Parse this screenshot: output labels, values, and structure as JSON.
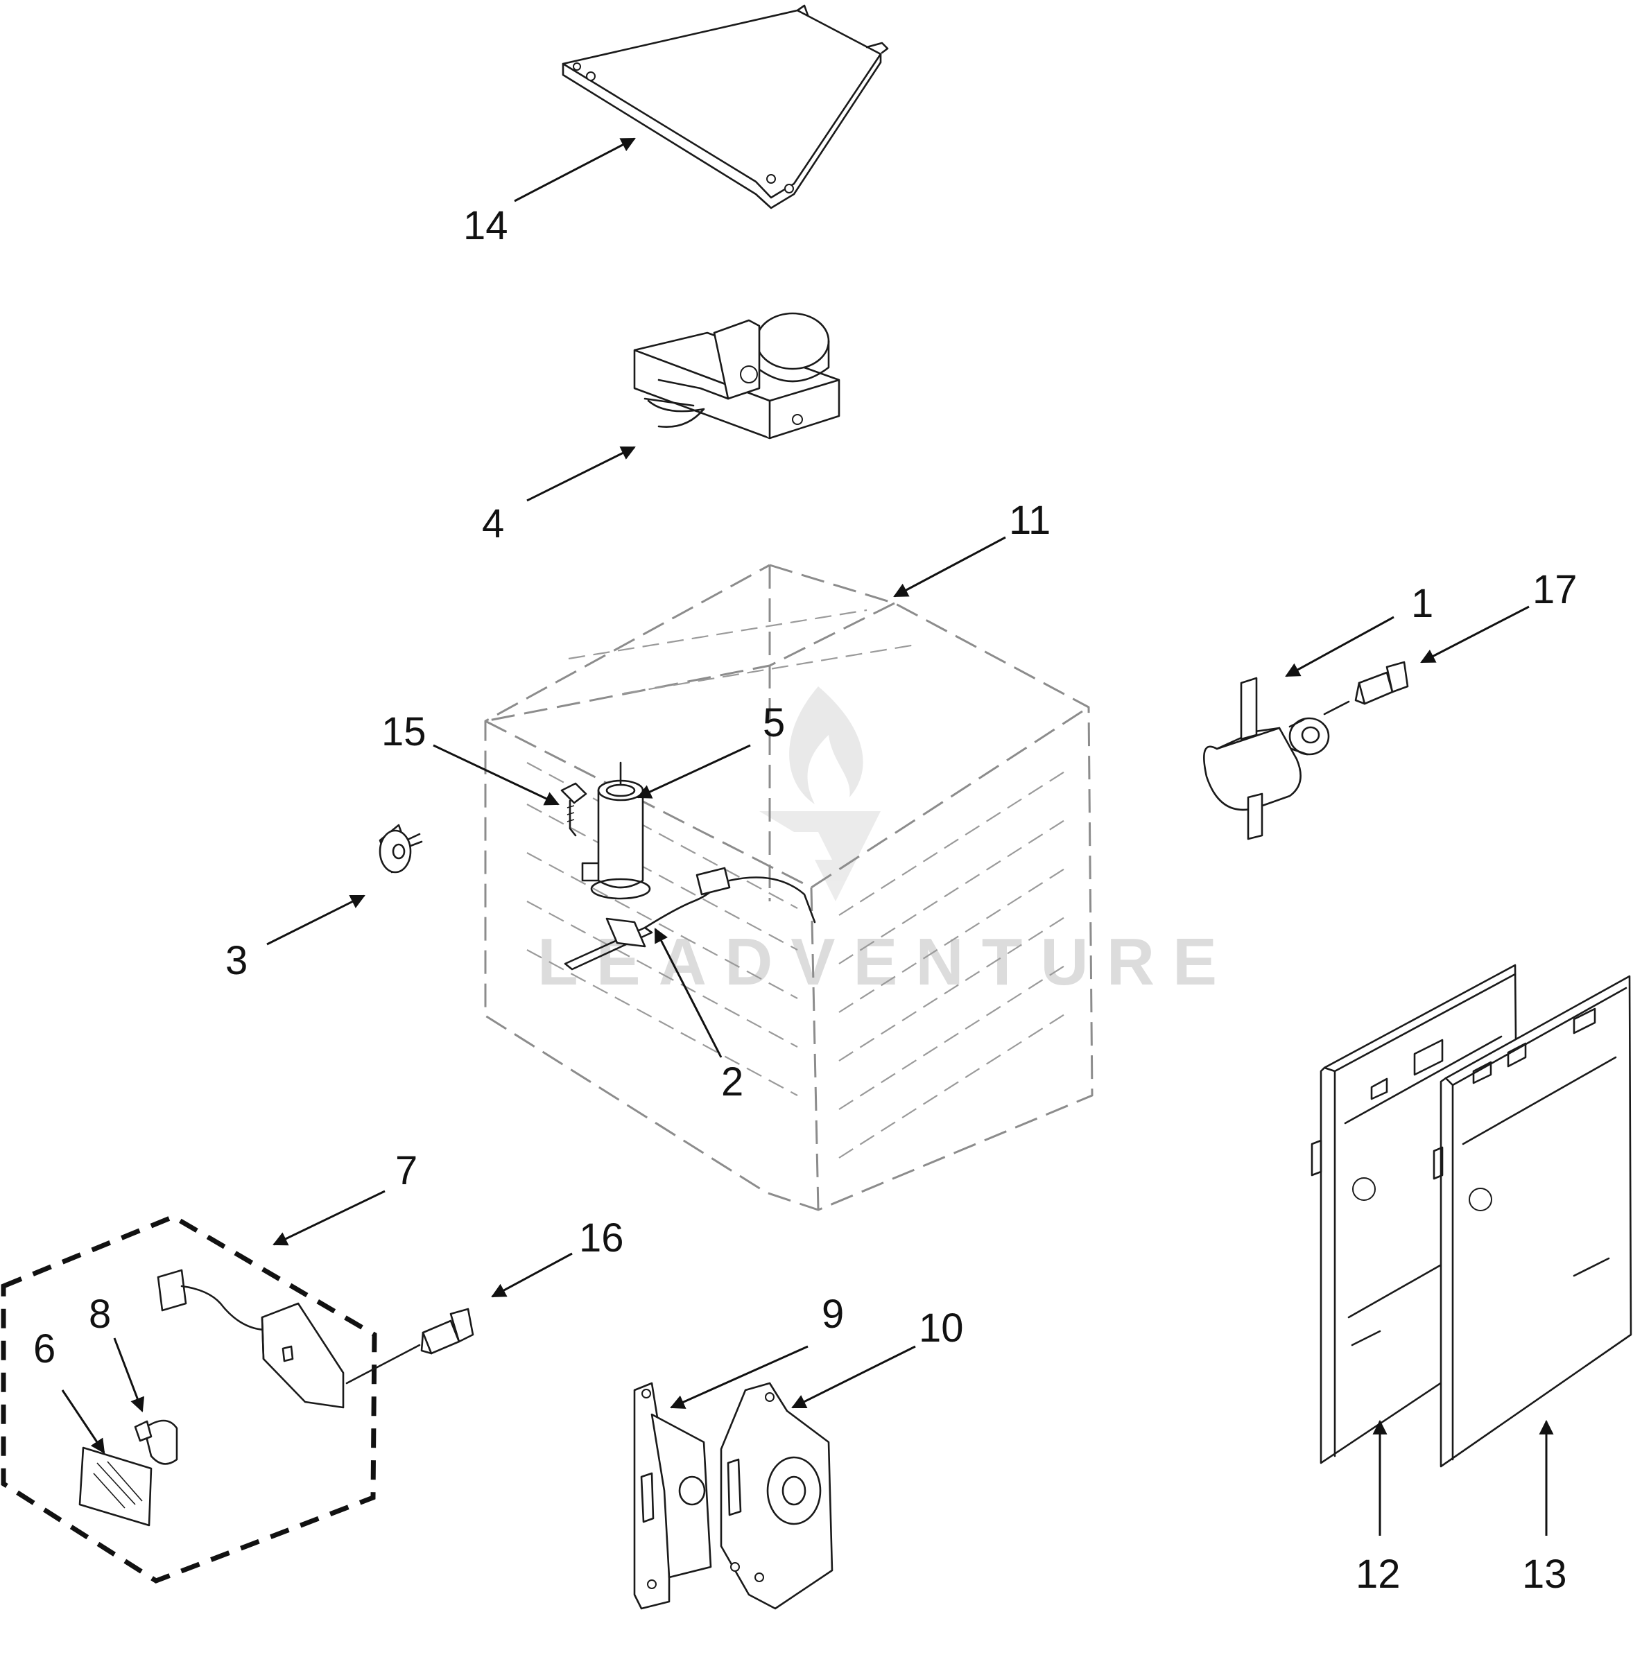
{
  "watermark": "LEADVENTURE",
  "callouts": [
    {
      "id": "c1",
      "text": "1"
    },
    {
      "id": "c2",
      "text": "2"
    },
    {
      "id": "c3",
      "text": "3"
    },
    {
      "id": "c4",
      "text": "4"
    },
    {
      "id": "c5",
      "text": "5"
    },
    {
      "id": "c6",
      "text": "6"
    },
    {
      "id": "c7",
      "text": "7"
    },
    {
      "id": "c8",
      "text": "8"
    },
    {
      "id": "c9",
      "text": "9"
    },
    {
      "id": "c10",
      "text": "10"
    },
    {
      "id": "c11",
      "text": "11"
    },
    {
      "id": "c12",
      "text": "12"
    },
    {
      "id": "c13",
      "text": "13"
    },
    {
      "id": "c14",
      "text": "14"
    },
    {
      "id": "c15",
      "text": "15"
    },
    {
      "id": "c16",
      "text": "16"
    },
    {
      "id": "c17",
      "text": "17"
    }
  ]
}
